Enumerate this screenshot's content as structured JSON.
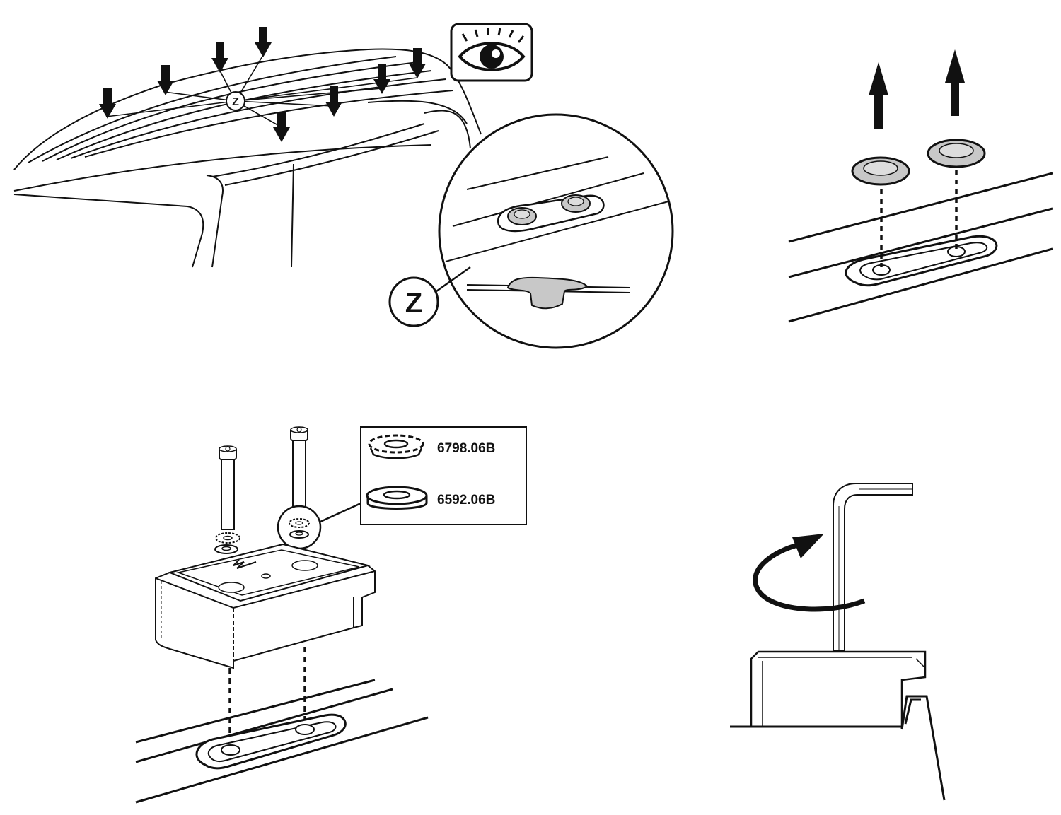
{
  "panels": {
    "roof": {
      "callout_letter": "Z",
      "inspect_icon": "eye-icon"
    },
    "removal": {
      "direction_icon": "arrow-up-icon"
    },
    "mount": {
      "parts": [
        {
          "icon": "lock-washer-icon",
          "part_number": "6798.06B"
        },
        {
          "icon": "flat-washer-icon",
          "part_number": "6592.06B"
        }
      ]
    },
    "tighten": {
      "tool_icon": "hex-key-icon",
      "rotation": "clockwise"
    }
  },
  "colors": {
    "ink": "#111111",
    "fill_grey": "#c8c8c8",
    "paper": "#ffffff"
  }
}
